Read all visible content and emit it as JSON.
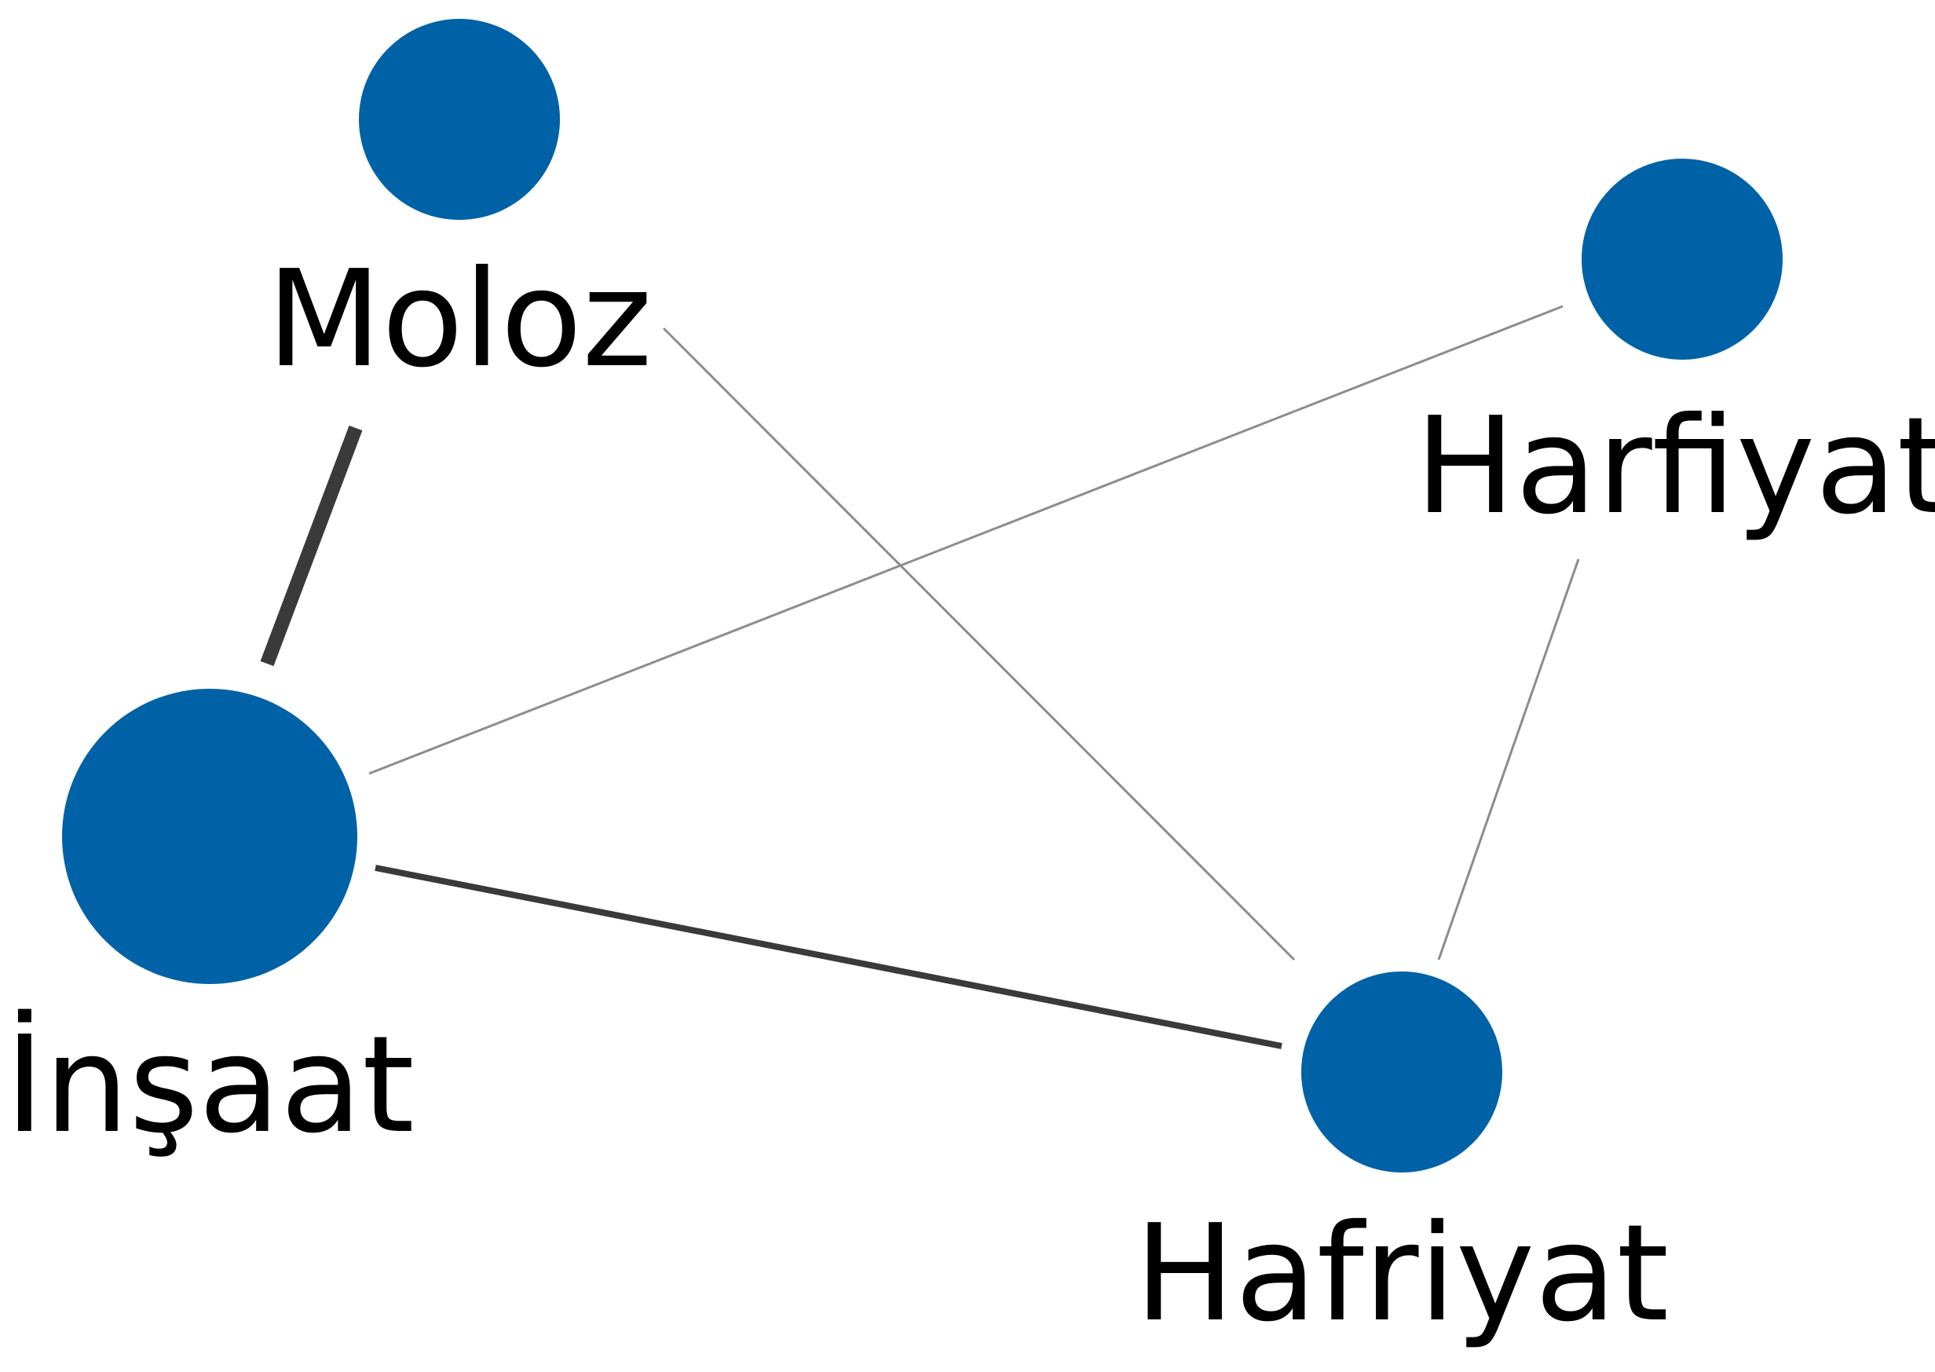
{
  "diagram": {
    "type": "network",
    "colors": {
      "node": "#0062a6",
      "edge_strong": "#3a3a3a",
      "edge_weak": "#8c8c8c",
      "label": "#000000"
    },
    "nodes": [
      {
        "id": "moloz",
        "label": "Moloz"
      },
      {
        "id": "harfiyat",
        "label": "Harfiyat"
      },
      {
        "id": "insaat",
        "label": "İnşaat"
      },
      {
        "id": "hafriyat",
        "label": "Hafriyat"
      }
    ],
    "edges": [
      {
        "source": "moloz",
        "target": "insaat",
        "strength": "strong"
      },
      {
        "source": "insaat",
        "target": "hafriyat",
        "strength": "medium"
      },
      {
        "source": "insaat",
        "target": "harfiyat",
        "strength": "weak"
      },
      {
        "source": "moloz",
        "target": "hafriyat",
        "strength": "weak"
      },
      {
        "source": "harfiyat",
        "target": "hafriyat",
        "strength": "weak"
      }
    ]
  }
}
